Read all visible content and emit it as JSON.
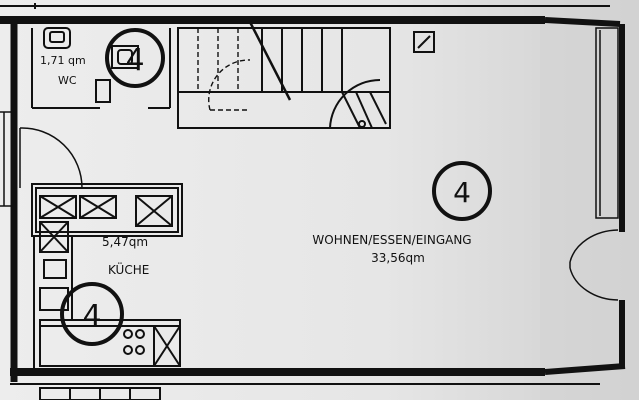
{
  "rooms": {
    "wc": {
      "area": "1,71 qm",
      "name": "WC"
    },
    "kitchen": {
      "area": "5,47qm",
      "name": "KÜCHE"
    },
    "living": {
      "name": "WOHNEN/ESSEN/EINGANG",
      "area": "33,56qm"
    }
  },
  "markers": [
    "4",
    "4",
    "4"
  ]
}
